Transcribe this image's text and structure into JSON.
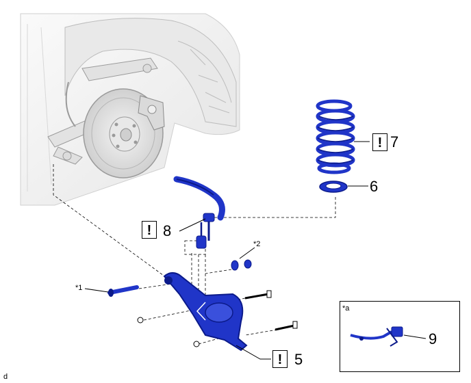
{
  "figure_code": "d",
  "callouts": {
    "spring": "7",
    "spring_seat": "6",
    "stabilizer_link": "8",
    "lower_arm": "5",
    "inset_part": "9"
  },
  "notes": {
    "bolt": "*1",
    "bush": "*2",
    "inset": "*a"
  },
  "warning_symbol": "!",
  "colors": {
    "part_blue": "#2035c8",
    "part_dark": "#0b1a8a",
    "drawing_gray": "#9a9a9a",
    "line": "#000000"
  }
}
